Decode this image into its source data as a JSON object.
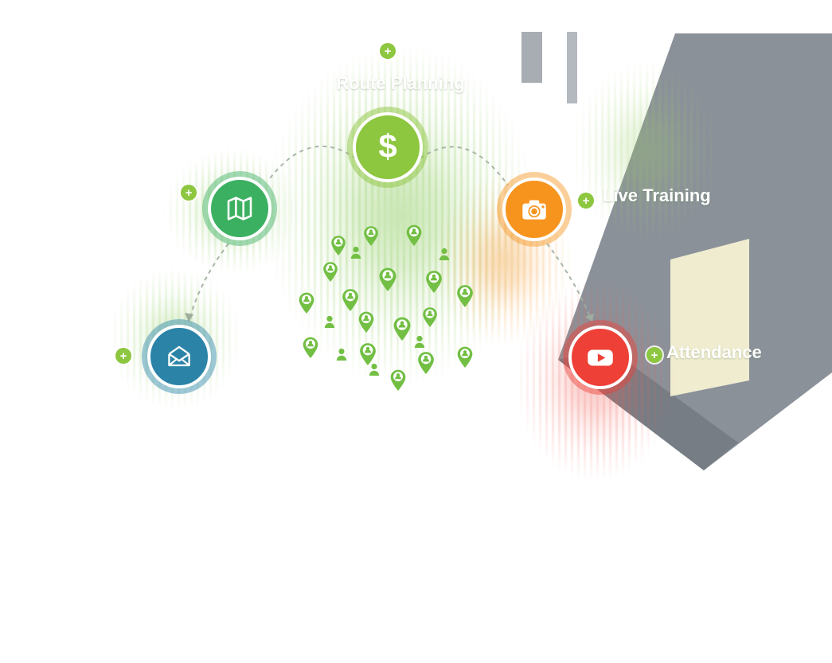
{
  "app": {
    "name": "feature-map-infographic"
  },
  "nodes": {
    "route_planning": {
      "label": "Route Planning",
      "color": "#8dc63f",
      "icon": "dollar-icon",
      "glyph": "$"
    },
    "map": {
      "color": "#3cb061",
      "icon": "map-icon"
    },
    "live_training": {
      "label": "Live Training",
      "color": "#f7941e",
      "icon": "camera-icon"
    },
    "mail": {
      "color": "#2b84a8",
      "icon": "envelope-icon"
    },
    "attendance": {
      "label": "Attendance",
      "color": "#ee4037",
      "icon": "video-play-icon"
    }
  },
  "badges": {
    "plus": "+",
    "color": "#8dc63f"
  },
  "cluster": {
    "pin_color": "#72bf44",
    "pin_count": 17,
    "person_count": 6
  },
  "background": {
    "gray": "#8b9199",
    "gray_dark": "#767d85",
    "cream": "#f6f1d3",
    "connector": "#9fae9f",
    "streak_green": "#7ec44a",
    "streak_orange": "#f5a13d",
    "streak_red": "#ef5f55"
  }
}
